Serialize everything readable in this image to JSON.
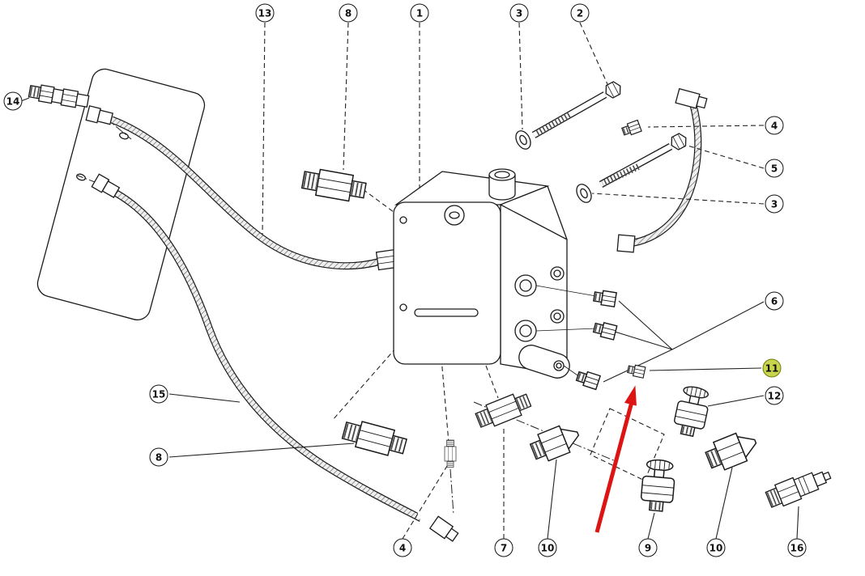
{
  "diagram": {
    "kind": "exploded-parts-diagram",
    "subject": "hydraulic valve block assembly with hoses and fittings"
  },
  "colors": {
    "highlight-fill": "#c9d44e",
    "highlight-stroke": "#6f7d05",
    "arrow-red": "#dd1512",
    "line-color": "#1a1a1a",
    "background": "#ffffff"
  },
  "callouts": {
    "c13": {
      "label": "13"
    },
    "c8_top": {
      "label": "8"
    },
    "c1": {
      "label": "1"
    },
    "c3_top": {
      "label": "3"
    },
    "c2": {
      "label": "2"
    },
    "c14": {
      "label": "14"
    },
    "c4_right": {
      "label": "4"
    },
    "c5": {
      "label": "5"
    },
    "c3_right": {
      "label": "3"
    },
    "c6": {
      "label": "6"
    },
    "c11": {
      "label": "11",
      "highlighted": true
    },
    "c12": {
      "label": "12"
    },
    "c15": {
      "label": "15"
    },
    "c8_left": {
      "label": "8"
    },
    "c4_bottom": {
      "label": "4"
    },
    "c7": {
      "label": "7"
    },
    "c10_left": {
      "label": "10"
    },
    "c9": {
      "label": "9"
    },
    "c10_right": {
      "label": "10"
    },
    "c16": {
      "label": "16"
    }
  },
  "annotations": {
    "highlighted_callout": "11",
    "pointer": "red arrow pointing to part 11"
  }
}
